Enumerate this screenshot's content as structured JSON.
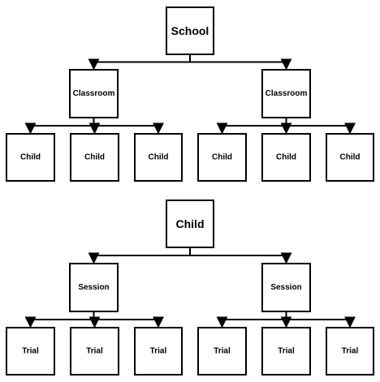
{
  "trees": [
    {
      "root": {
        "label": "School"
      },
      "groups": [
        {
          "label": "Classroom",
          "children": [
            "Child",
            "Child",
            "Child"
          ]
        },
        {
          "label": "Classroom",
          "children": [
            "Child",
            "Child",
            "Child"
          ]
        }
      ]
    },
    {
      "root": {
        "label": "Child"
      },
      "groups": [
        {
          "label": "Session",
          "children": [
            "Trial",
            "Trial",
            "Trial"
          ]
        },
        {
          "label": "Session",
          "children": [
            "Trial",
            "Trial",
            "Trial"
          ]
        }
      ]
    }
  ]
}
